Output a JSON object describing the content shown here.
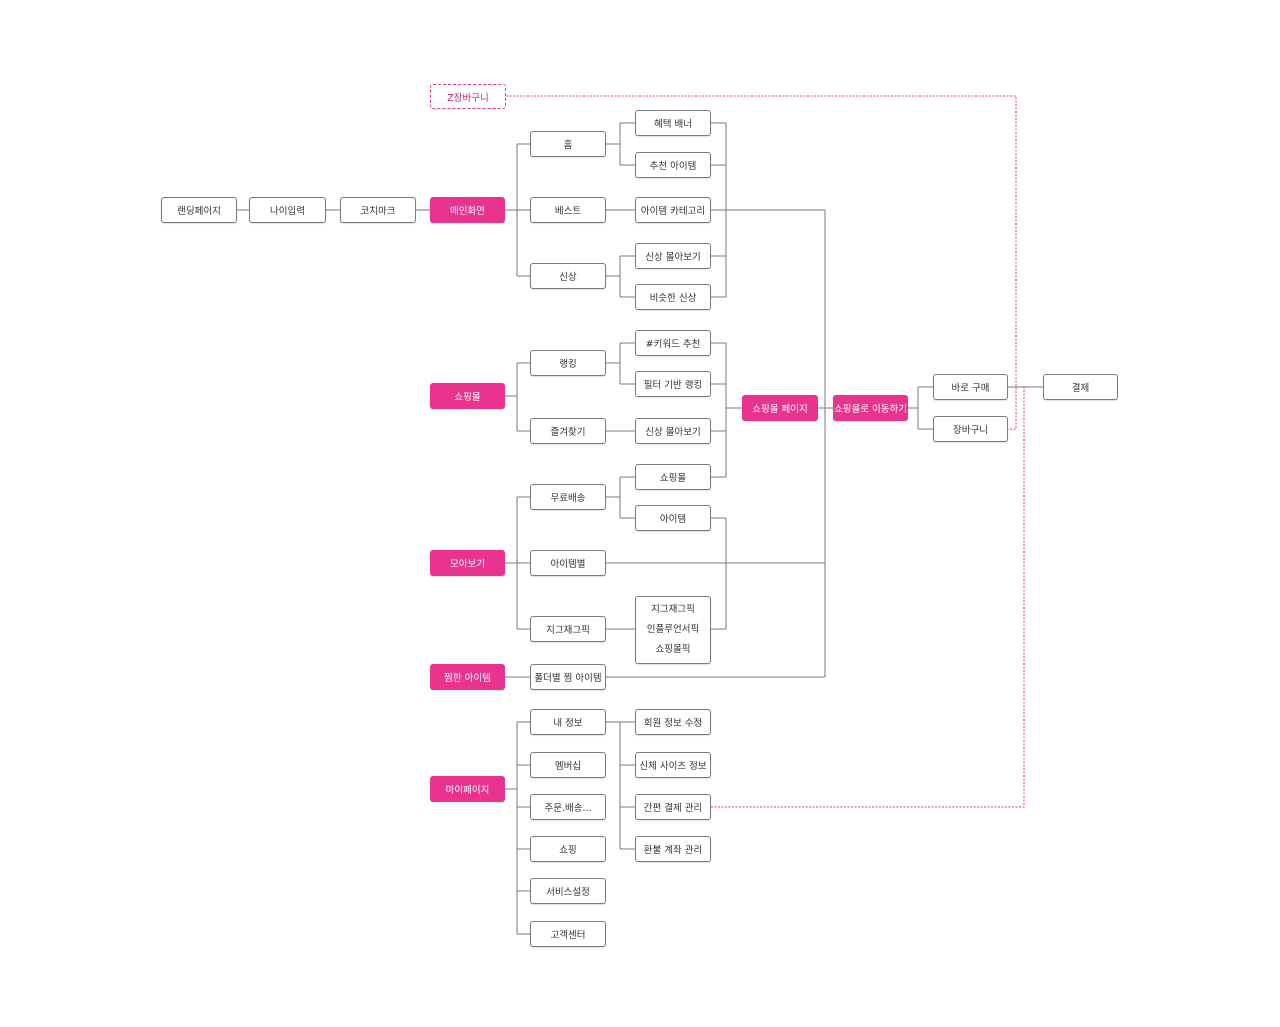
{
  "colors": {
    "accent": "#e8348f",
    "line": "#7a7a7a",
    "node_border": "#7a7a7a"
  },
  "nodes": {
    "landing": "랜딩페이지",
    "age_input": "나이입력",
    "coach_mark": "코치마크",
    "main_screen": "메인화면",
    "z_cart": "Z장바구니",
    "home": "홈",
    "best": "베스트",
    "new": "신상",
    "benefit_banner": "혜택 배너",
    "recommended_item": "추천 아이템",
    "item_category": "아이템 카테고리",
    "new_collection": "신상 몰아보기",
    "similar_new": "비슷한 신상",
    "shopping_mall": "쇼핑몰",
    "ranking": "랭킹",
    "favorites": "즐겨찾기",
    "keyword_recommend": "#키워드 추천",
    "filter_ranking": "필터 기반 랭킹",
    "fav_new_collection": "신상 몰아보기",
    "mall_page": "쇼핑몰 페이지",
    "go_to_mall": "쇼핑몰로 이동하기",
    "buy_now": "바로 구매",
    "cart": "장바구니",
    "payment": "결제",
    "collection": "모아보기",
    "free_shipping": "무료배송",
    "by_item": "아이템별",
    "zigzag_pick": "지그재그픽",
    "fs_mall": "쇼핑몰",
    "fs_item": "아이템",
    "zigzag_group": [
      "지그재그픽",
      "인플루언서픽",
      "쇼핑몰픽"
    ],
    "wishlist": "찜한 아이템",
    "folder_wish": "폴더별 찜 아이템",
    "mypage": "마이페이지",
    "my_info": "내 정보",
    "membership": "멤버십",
    "order_delivery": "주문.배송...",
    "shopping": "쇼핑",
    "service_settings": "서비스설정",
    "customer_center": "고객센터",
    "edit_member": "회원 정보 수정",
    "body_size": "신체 사이즈 정보",
    "easy_pay": "간편 결제 관리",
    "refund_account": "환불 계좌 관리"
  }
}
